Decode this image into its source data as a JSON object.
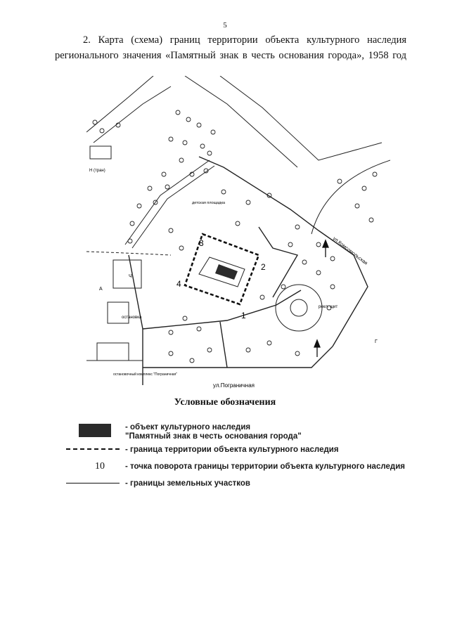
{
  "page_number": "5",
  "heading": {
    "line1": "2. Карта (схема) границ территории объекта культурного наследия",
    "line2": "регионального значения «Памятный знак в честь основания города», 1958 год"
  },
  "map": {
    "street_bottom": "ул.Пограничная",
    "street_diagonal": "ул.Комсомольская",
    "labels": {
      "park": "детская площадка",
      "stop": "остановка",
      "shield": "рекл. щит",
      "l_ch": "Ч",
      "l_a": "А",
      "l_g": "Г",
      "l_n": "Н (тран)",
      "l_rotor": "остановочный комплекс \"Пограничная\""
    },
    "points": [
      "1",
      "2",
      "3",
      "4"
    ]
  },
  "legend": {
    "title": "Условные обозначения",
    "items": [
      {
        "text1": "- объект культурного наследия",
        "text2": "\"Памятный знак в честь основания города\""
      },
      {
        "text1": "- граница территории объекта культурного наследия"
      },
      {
        "symbol": "10",
        "text1": "- точка поворота границы территории объекта культурного наследия"
      },
      {
        "text1": "- границы земельных участков"
      }
    ]
  },
  "colors": {
    "ink": "#111111",
    "object_fill": "#2b2b2b"
  }
}
